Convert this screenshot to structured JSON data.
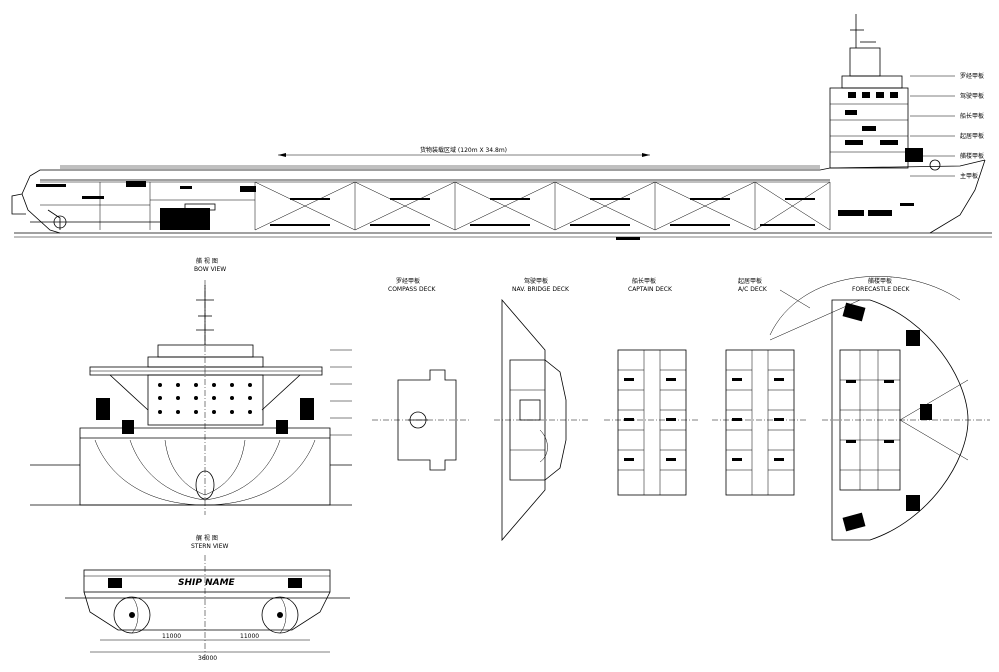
{
  "profile": {
    "cargo_area_label": "货物装载区域 (120m X 34.8m)"
  },
  "views": {
    "bow_view": {
      "cn": "艏 视 图",
      "en": "BOW VIEW"
    },
    "stern_view": {
      "cn": "艉 视 图",
      "en": "STERN VIEW"
    },
    "ship_name": "SHIP NAME",
    "dim_left": "11000",
    "dim_right": "11000",
    "dim_total": "36000"
  },
  "deck_plans": [
    {
      "cn": "罗经甲板",
      "en": "COMPASS DECK"
    },
    {
      "cn": "驾驶甲板",
      "en": "NAV. BRIDGE DECK"
    },
    {
      "cn": "船长甲板",
      "en": "CAPTAIN DECK"
    },
    {
      "cn": "起居甲板",
      "en": "A/C DECK"
    },
    {
      "cn": "艏楼甲板",
      "en": "FORECASTLE DECK"
    }
  ],
  "deck_level_labels": [
    "罗经甲板",
    "驾驶甲板",
    "船长甲板",
    "起居甲板",
    "艏楼甲板",
    "主甲板"
  ],
  "colors": {
    "line": "#000000",
    "background": "#ffffff"
  }
}
